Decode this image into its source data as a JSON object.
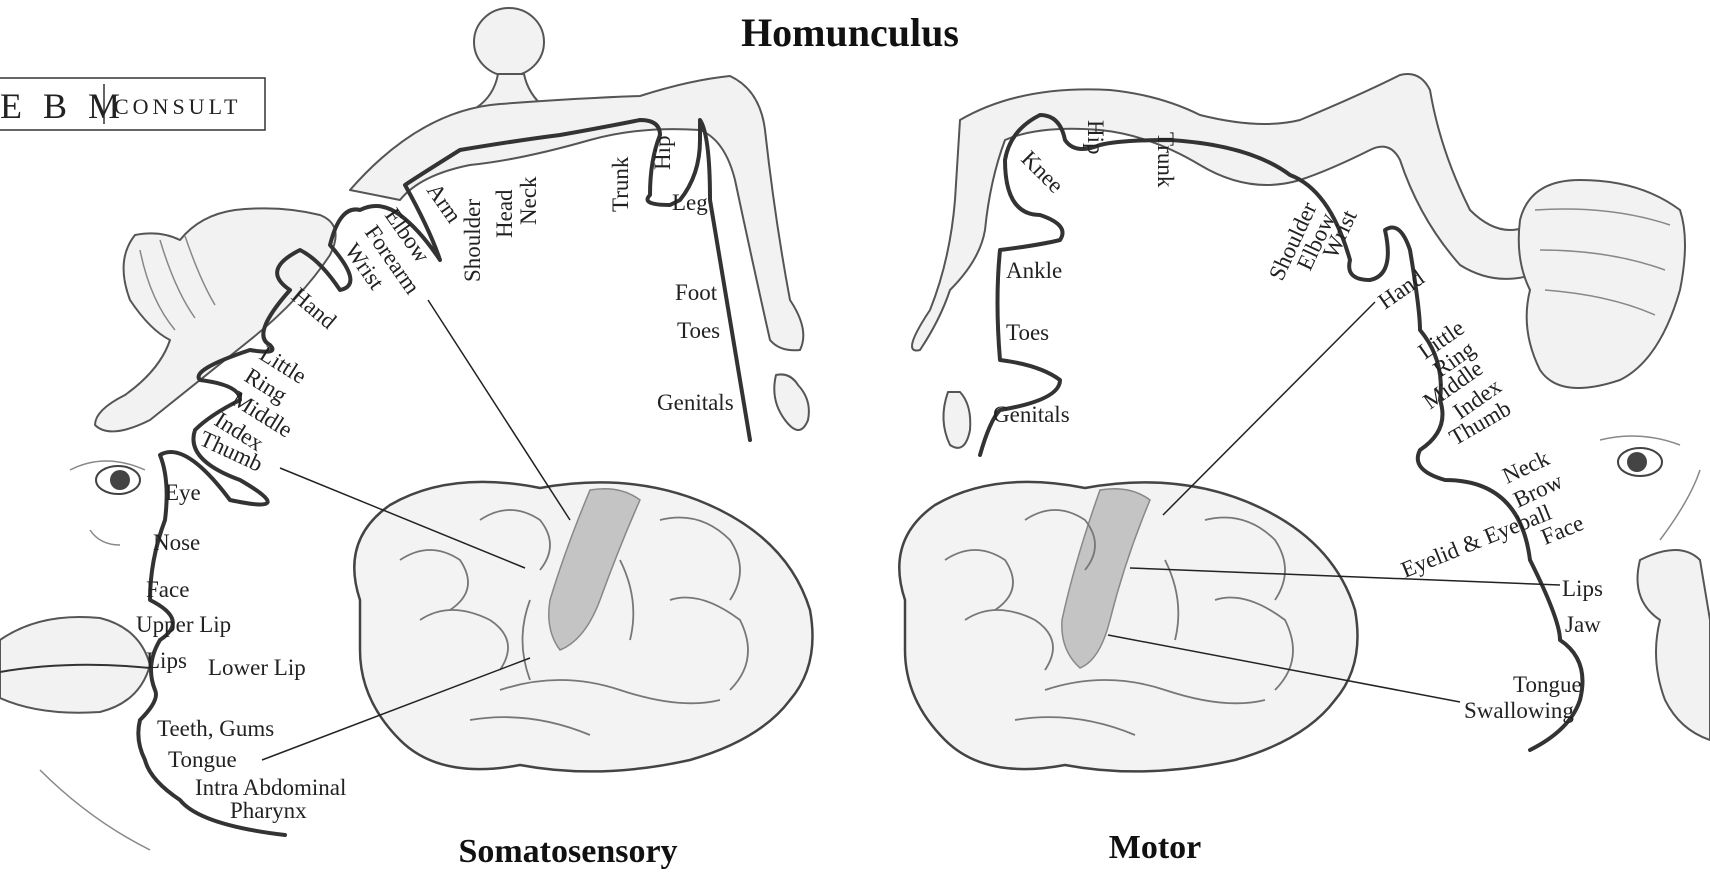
{
  "title": "Homunculus",
  "logo": {
    "main": "E B M",
    "sub": "CONSULT"
  },
  "sensory": {
    "caption": "Somatosensory",
    "labels": [
      "Trunk",
      "Hip",
      "Leg",
      "Foot",
      "Toes",
      "Genitals",
      "Head",
      "Neck",
      "Shoulder",
      "Arm",
      "Elbow",
      "Forearm",
      "Wrist",
      "Hand",
      "Little",
      "Ring",
      "Middle",
      "Index",
      "Thumb",
      "Eye",
      "Nose",
      "Face",
      "Upper Lip",
      "Lips",
      "Lower Lip",
      "Teeth, Gums",
      "Tongue",
      "Intra Abdominal",
      "Pharynx"
    ]
  },
  "motor": {
    "caption": "Motor",
    "labels": [
      "Hip",
      "Trunk",
      "Knee",
      "Ankle",
      "Toes",
      "Genitals",
      "Shoulder",
      "Elbow",
      "Wrist",
      "Hand",
      "Little",
      "Ring",
      "Middle",
      "Index",
      "Thumb",
      "Neck",
      "Brow",
      "Eyelid & Eyeball",
      "Face",
      "Lips",
      "Jaw",
      "Tongue",
      "Swallowing"
    ]
  }
}
